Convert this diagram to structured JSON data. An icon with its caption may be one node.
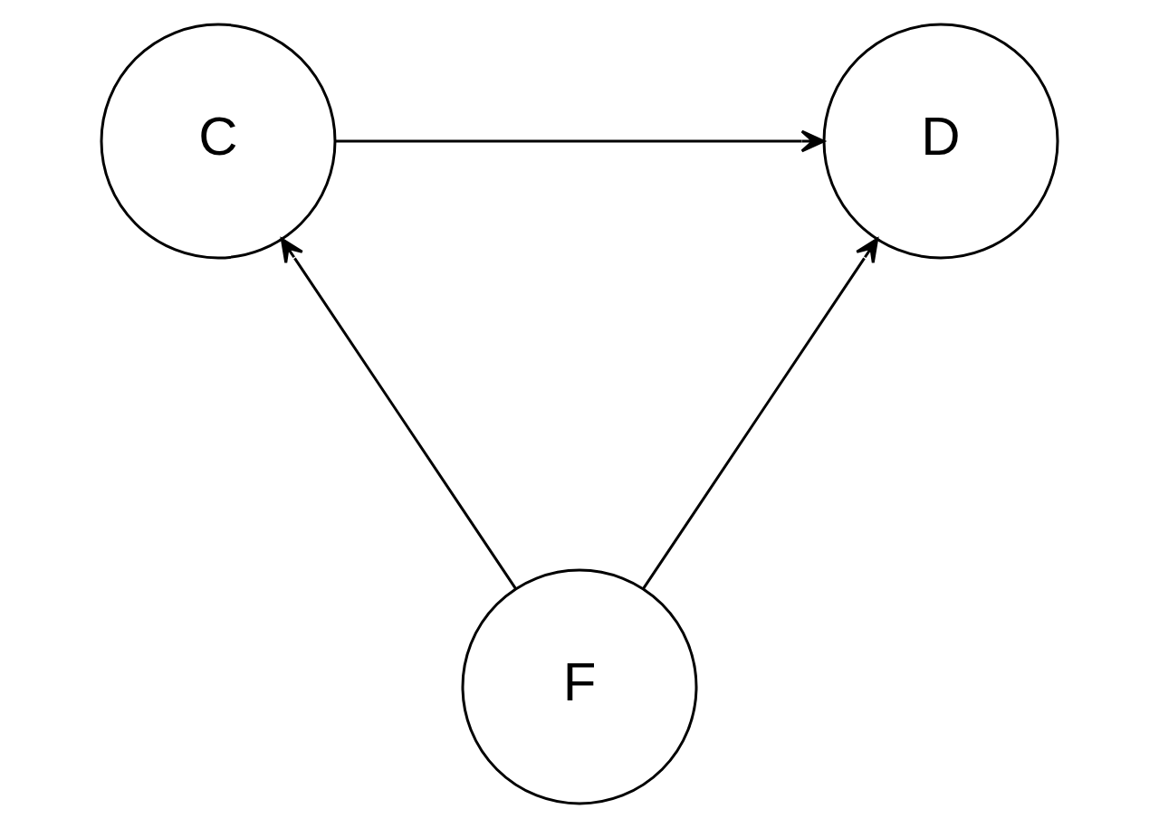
{
  "diagram": {
    "nodes": [
      {
        "text": [
          "C"
        ]
      },
      {
        "text": [
          "D"
        ]
      },
      {
        "text": [
          "F"
        ]
      }
    ],
    "edges": [
      {
        "from": 0,
        "to": 1,
        "arrow": "to"
      },
      {
        "from": 2,
        "to": 1,
        "arrow": "to"
      },
      {
        "from": 2,
        "to": 0,
        "arrow": "to"
      }
    ]
  }
}
